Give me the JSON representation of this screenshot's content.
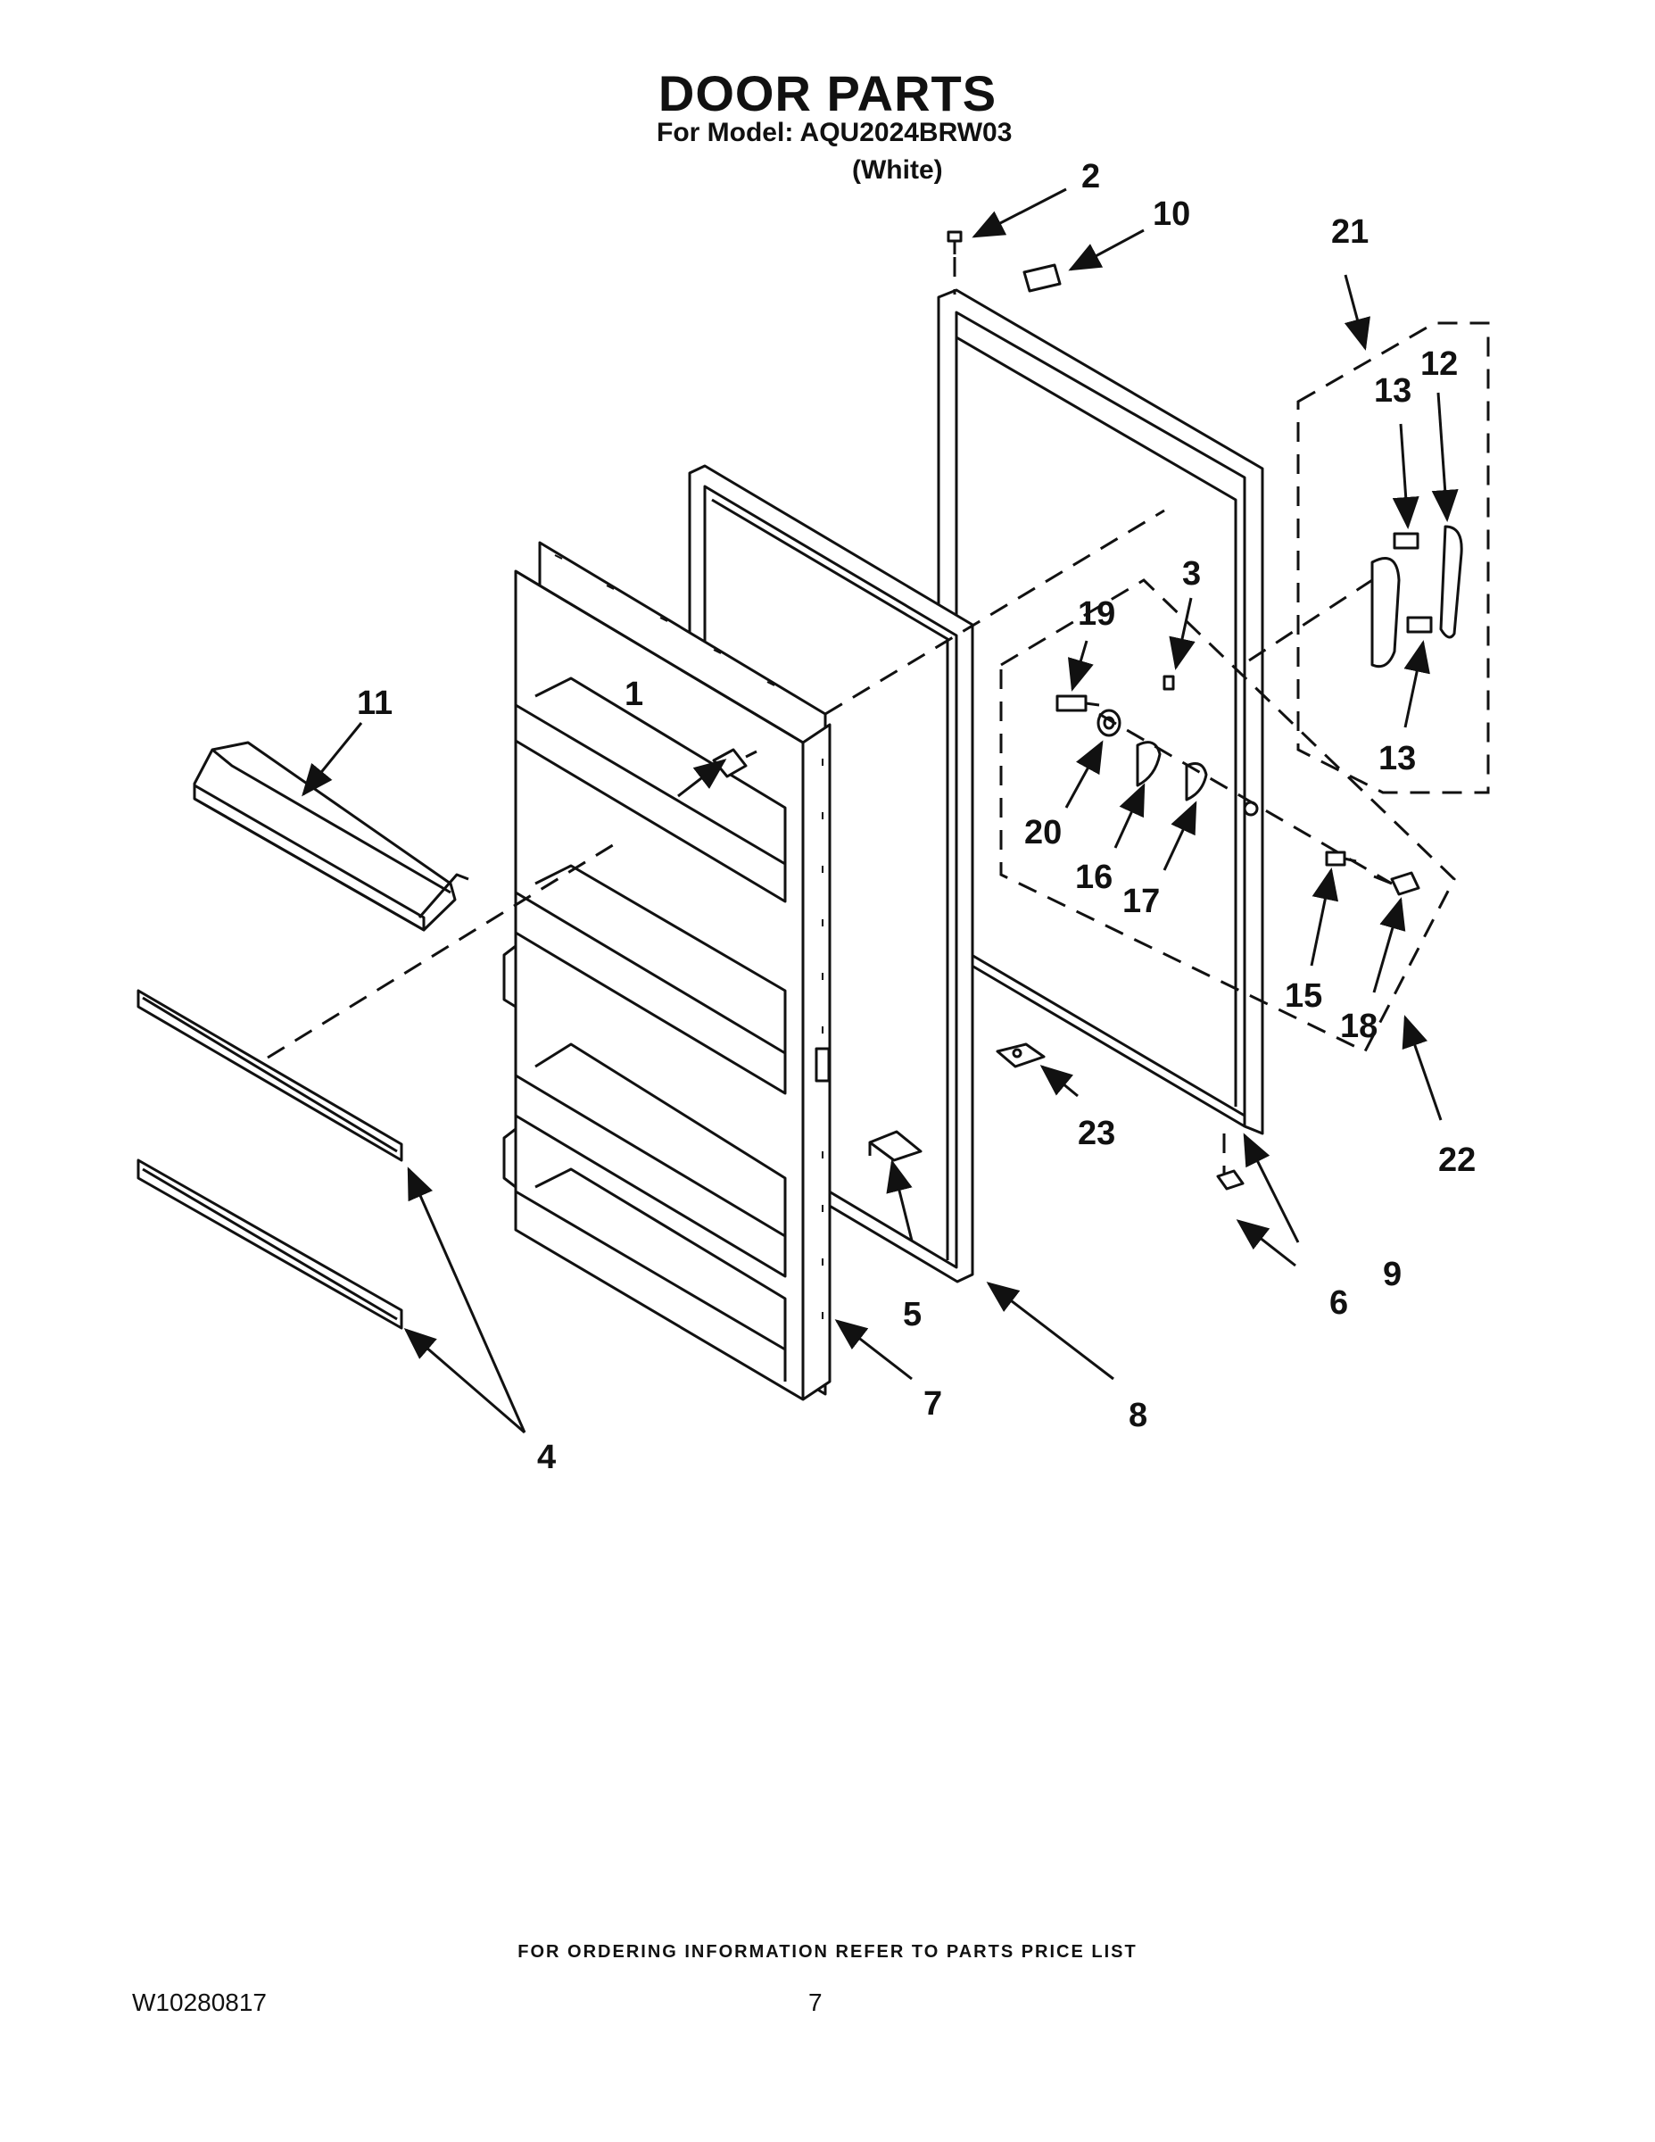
{
  "header": {
    "title": "DOOR PARTS",
    "model_line": "For Model: AQU2024BRW03",
    "color_line": "(White)"
  },
  "callouts": {
    "c1": "1",
    "c2": "2",
    "c3": "3",
    "c4": "4",
    "c5": "5",
    "c6": "6",
    "c7": "7",
    "c8": "8",
    "c9": "9",
    "c10": "10",
    "c11": "11",
    "c12": "12",
    "c13a": "13",
    "c13b": "13",
    "c15": "15",
    "c16": "16",
    "c17": "17",
    "c18": "18",
    "c19": "19",
    "c20": "20",
    "c21": "21",
    "c22": "22",
    "c23": "23"
  },
  "footer": {
    "ordering_note": "FOR ORDERING INFORMATION REFER TO PARTS PRICE LIST",
    "document_number": "W10280817",
    "page_number": "7"
  }
}
